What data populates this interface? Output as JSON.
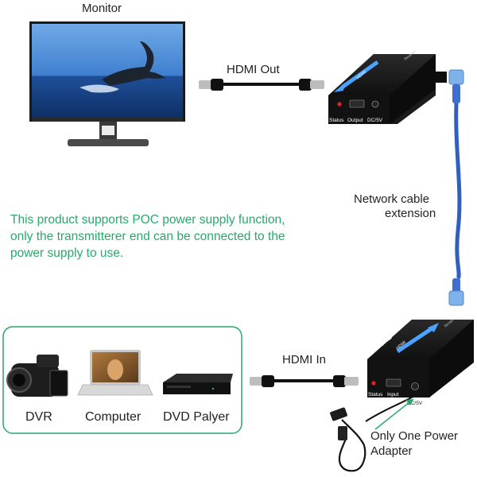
{
  "labels": {
    "monitor": "Monitor",
    "hdmi_out": "HDMI Out",
    "hdmi_in": "HDMI In",
    "network_cable_line1": "Network cable",
    "network_cable_line2": "extension",
    "power_line1": "Only One Power",
    "power_line2": "Adapter"
  },
  "note_lines": [
    "This product supports POC power supply function,",
    "only the transmitterer end can be connected to the",
    "power supply to use."
  ],
  "sources": {
    "dvr": "DVR",
    "computer": "Computer",
    "dvd": "DVD Palyer"
  },
  "receiver": {
    "brand": "eKL",
    "model": "HDMI",
    "status": "Status",
    "output": "Output",
    "dc": "DC/5V",
    "side": "Receiver"
  },
  "transmitter": {
    "brand": "eKL",
    "model": "HDMI",
    "status": "Status",
    "input": "Input",
    "dc": "DC/5V",
    "side": "Sender"
  },
  "colors": {
    "note_text": "#2aa86a",
    "frame_border": "#2aa86a",
    "network_cable": "#2f5fbf",
    "connector_blue": "#7fb2e8",
    "device_body": "#141414",
    "status_led": "#e02424"
  }
}
